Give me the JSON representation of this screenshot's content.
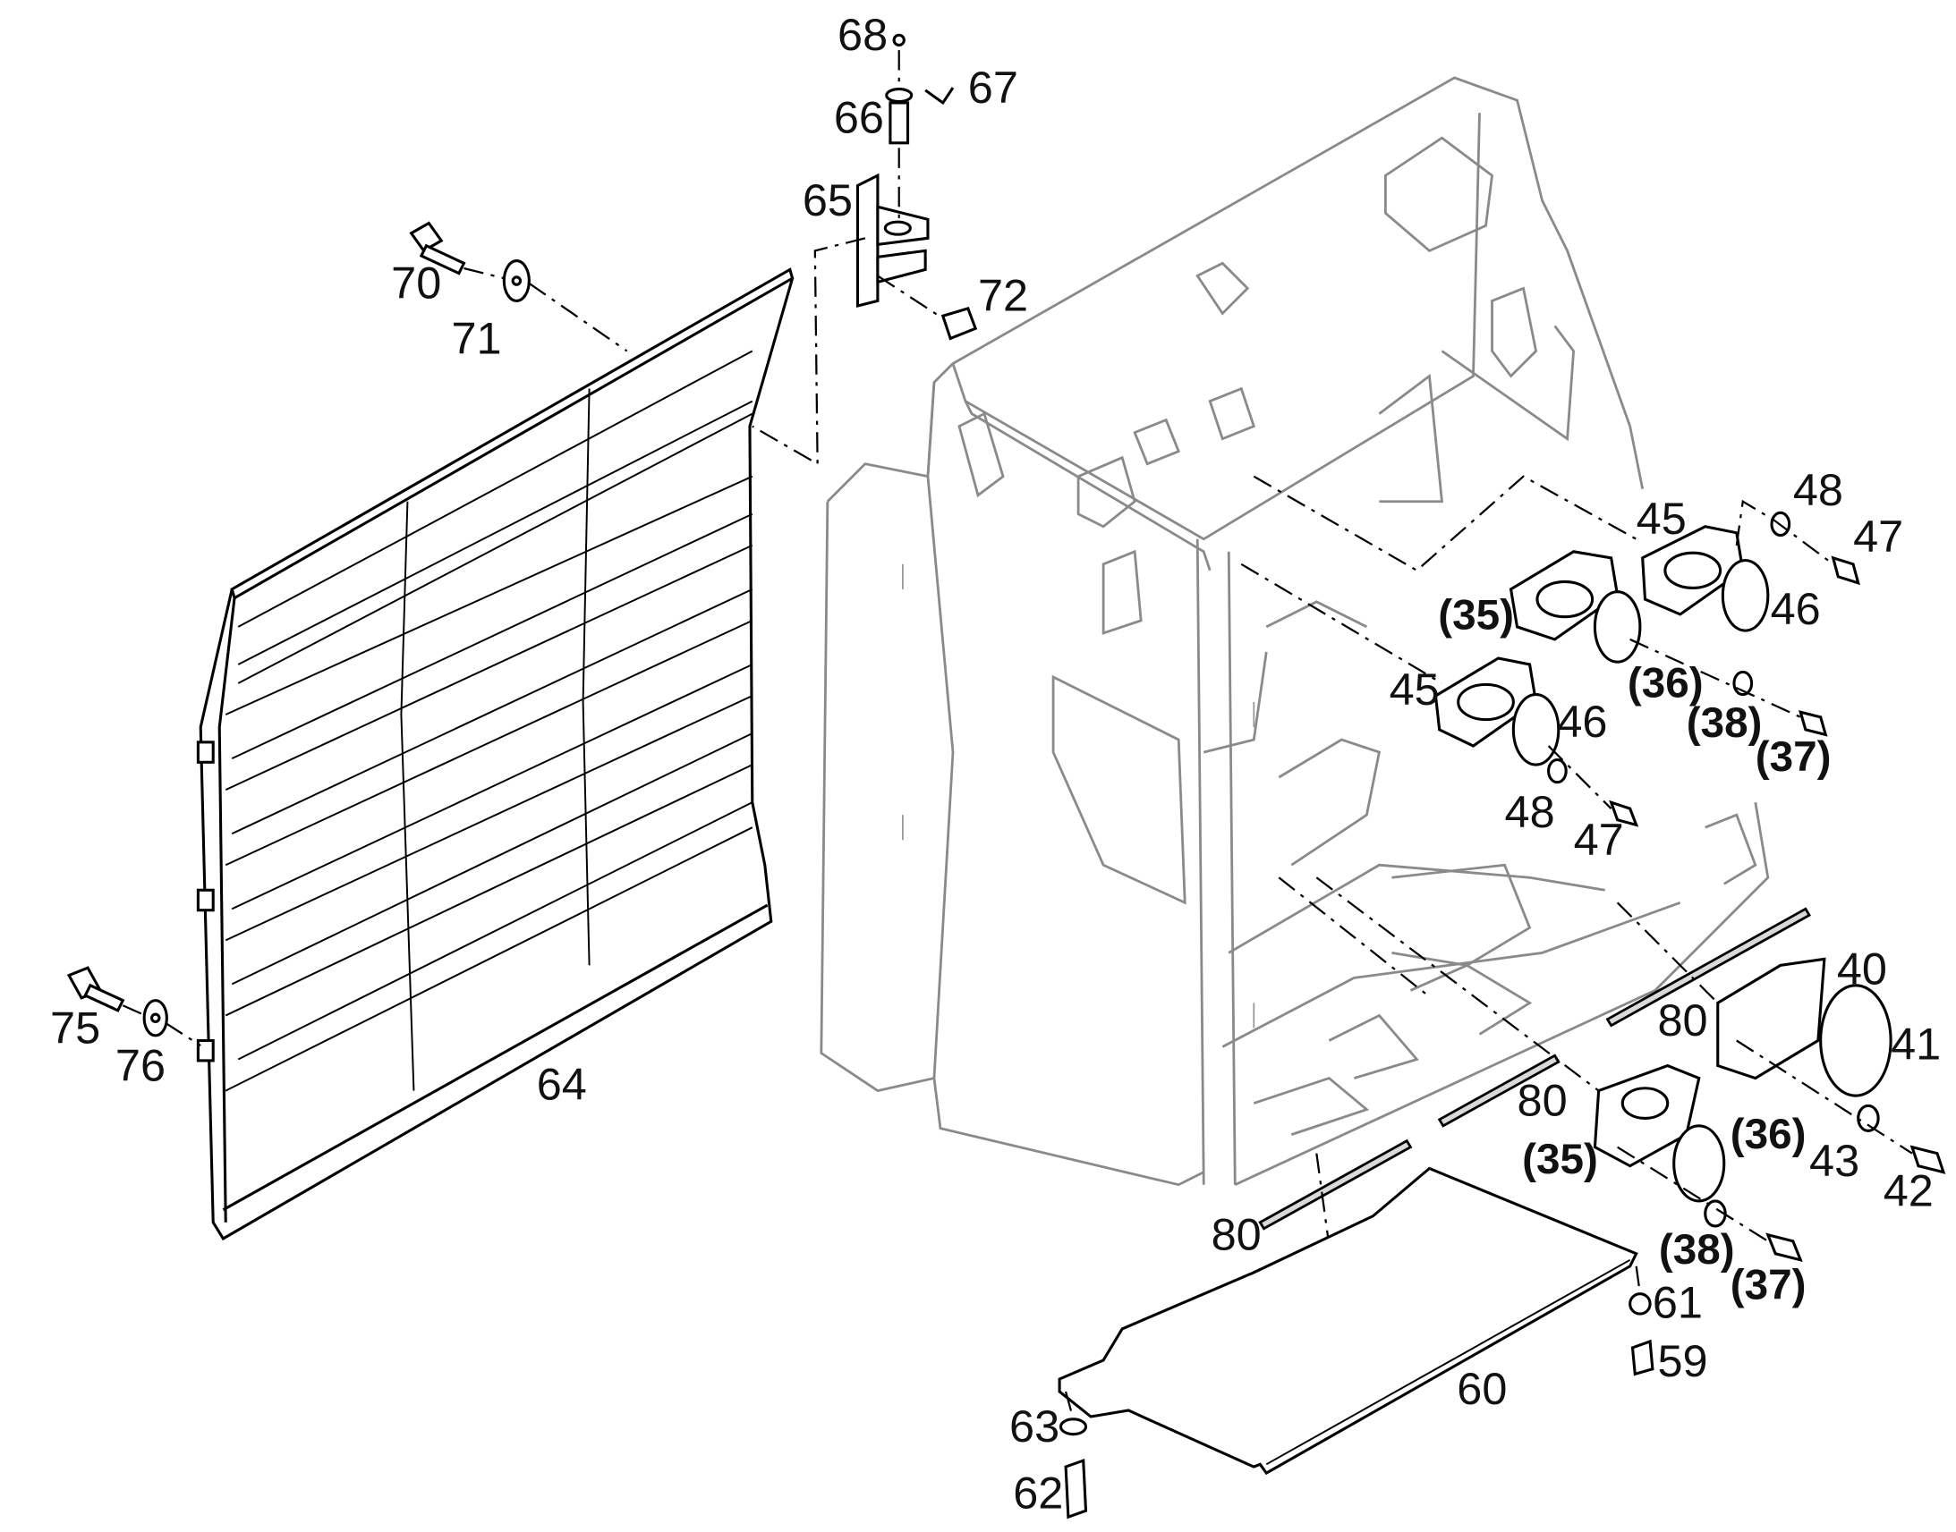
{
  "labels": {
    "p68": "68",
    "p67": "67",
    "p66": "66",
    "p65": "65",
    "p72": "72",
    "p70": "70",
    "p71": "71",
    "p64": "64",
    "p75": "75",
    "p76": "76",
    "p48a": "48",
    "p47a": "47",
    "p45a": "45",
    "p46a": "46",
    "p35a": "(35)",
    "p36a": "(36)",
    "p38a": "(38)",
    "p37a": "(37)",
    "p45b": "45",
    "p46b": "46",
    "p48b": "48",
    "p47b": "47",
    "p40": "40",
    "p41": "41",
    "p80a": "80",
    "p80b": "80",
    "p43": "43",
    "p42": "42",
    "p35b": "(35)",
    "p36b": "(36)",
    "p80c": "80",
    "p38b": "(38)",
    "p37b": "(37)",
    "p61": "61",
    "p59": "59",
    "p60": "60",
    "p63": "63",
    "p62": "62"
  },
  "colors": {
    "line": "#000000",
    "frame": "#8a8a8a",
    "background": "#ffffff"
  }
}
